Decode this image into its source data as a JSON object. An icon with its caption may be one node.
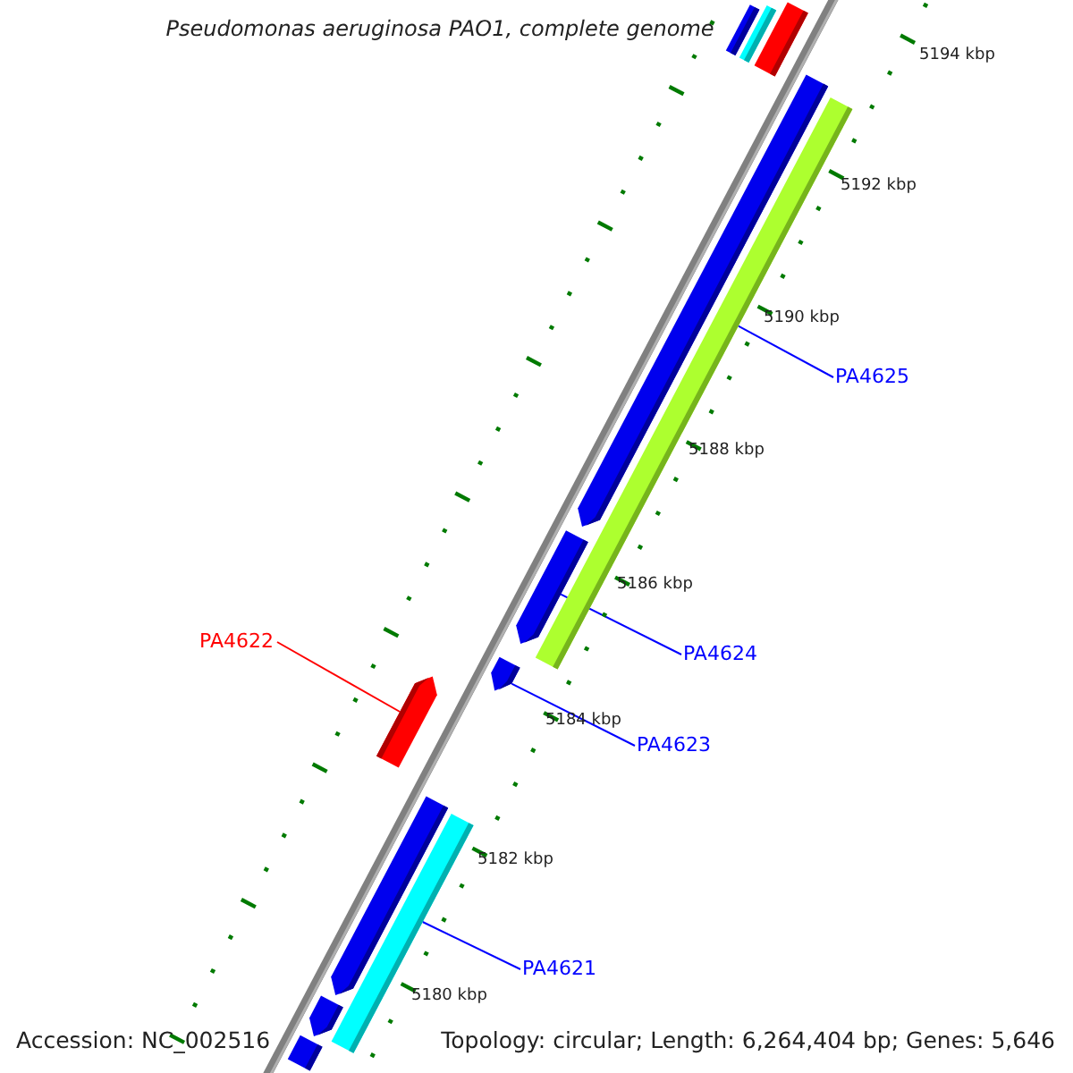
{
  "diagram": {
    "title": "Pseudomonas aeruginosa PAO1, complete genome",
    "nodes": [
      {
        "text": [
          "PA4625"
        ]
      },
      {
        "text": [
          "PA4622"
        ]
      },
      {
        "text": [
          "PA4624"
        ]
      },
      {
        "text": [
          "PA4623"
        ]
      },
      {
        "text": [
          "PA4621"
        ]
      },
      {
        "text": [],
        "shape": "bar"
      },
      {
        "text": [],
        "shape": "bar"
      },
      {
        "text": [],
        "shape": "bar"
      },
      {
        "text": [],
        "shape": "arrow"
      },
      {
        "text": [],
        "shape": "bar"
      },
      {
        "text": [],
        "shape": "arrow"
      },
      {
        "text": [],
        "shape": "arrow"
      },
      {
        "text": [],
        "shape": "arrow"
      },
      {
        "text": [],
        "shape": "arrow"
      },
      {
        "text": [],
        "shape": "bar"
      },
      {
        "text": [],
        "shape": "arrow"
      },
      {
        "text": [],
        "shape": "arrow"
      }
    ],
    "edges": [
      {
        "from": 0,
        "to": 9,
        "arrow": "none"
      },
      {
        "from": 1,
        "to": 12,
        "arrow": "none",
        "color": "#ff0000"
      },
      {
        "from": 2,
        "to": 10,
        "arrow": "none"
      },
      {
        "from": 3,
        "to": 11,
        "arrow": "none"
      },
      {
        "from": 4,
        "to": 14,
        "arrow": "none"
      }
    ],
    "labels": [
      "5194 kbp",
      "5192 kbp",
      "5190 kbp",
      "5188 kbp",
      "5186 kbp",
      "5184 kbp",
      "5182 kbp",
      "5180 kbp",
      "Accession: NC_002516",
      "Topology: circular; Length: 6,264,404 bp; Genes: 5,646"
    ]
  }
}
